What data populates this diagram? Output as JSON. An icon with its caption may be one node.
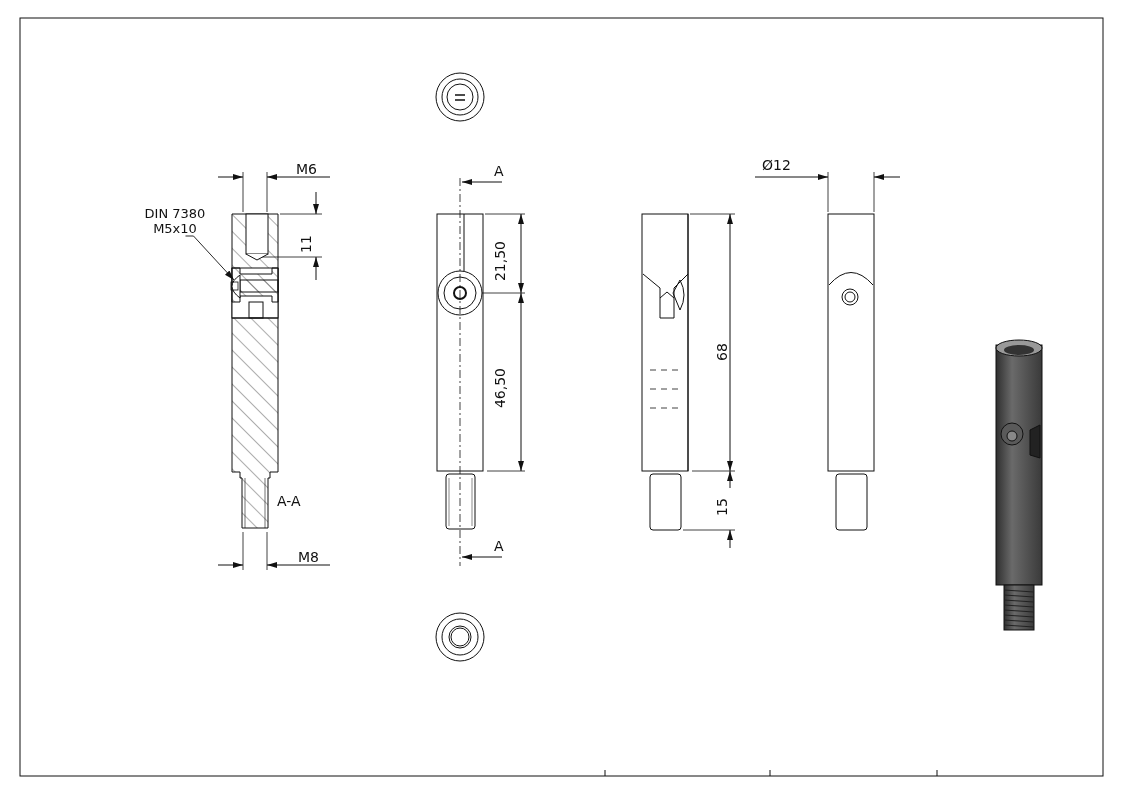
{
  "diagram": {
    "nodes": [
      {
        "text": [
          "DIN 7380 M5x10"
        ]
      },
      {
        "text": [],
        "shape": "picture"
      }
    ],
    "edges": [
      {
        "from": 0,
        "to": 1,
        "arrow": "to"
      }
    ],
    "labels": [
      "M6",
      "A",
      "Ø12",
      "11",
      "21,50",
      "68",
      "46,50",
      "A-A",
      "15",
      "A",
      "M8"
    ]
  }
}
